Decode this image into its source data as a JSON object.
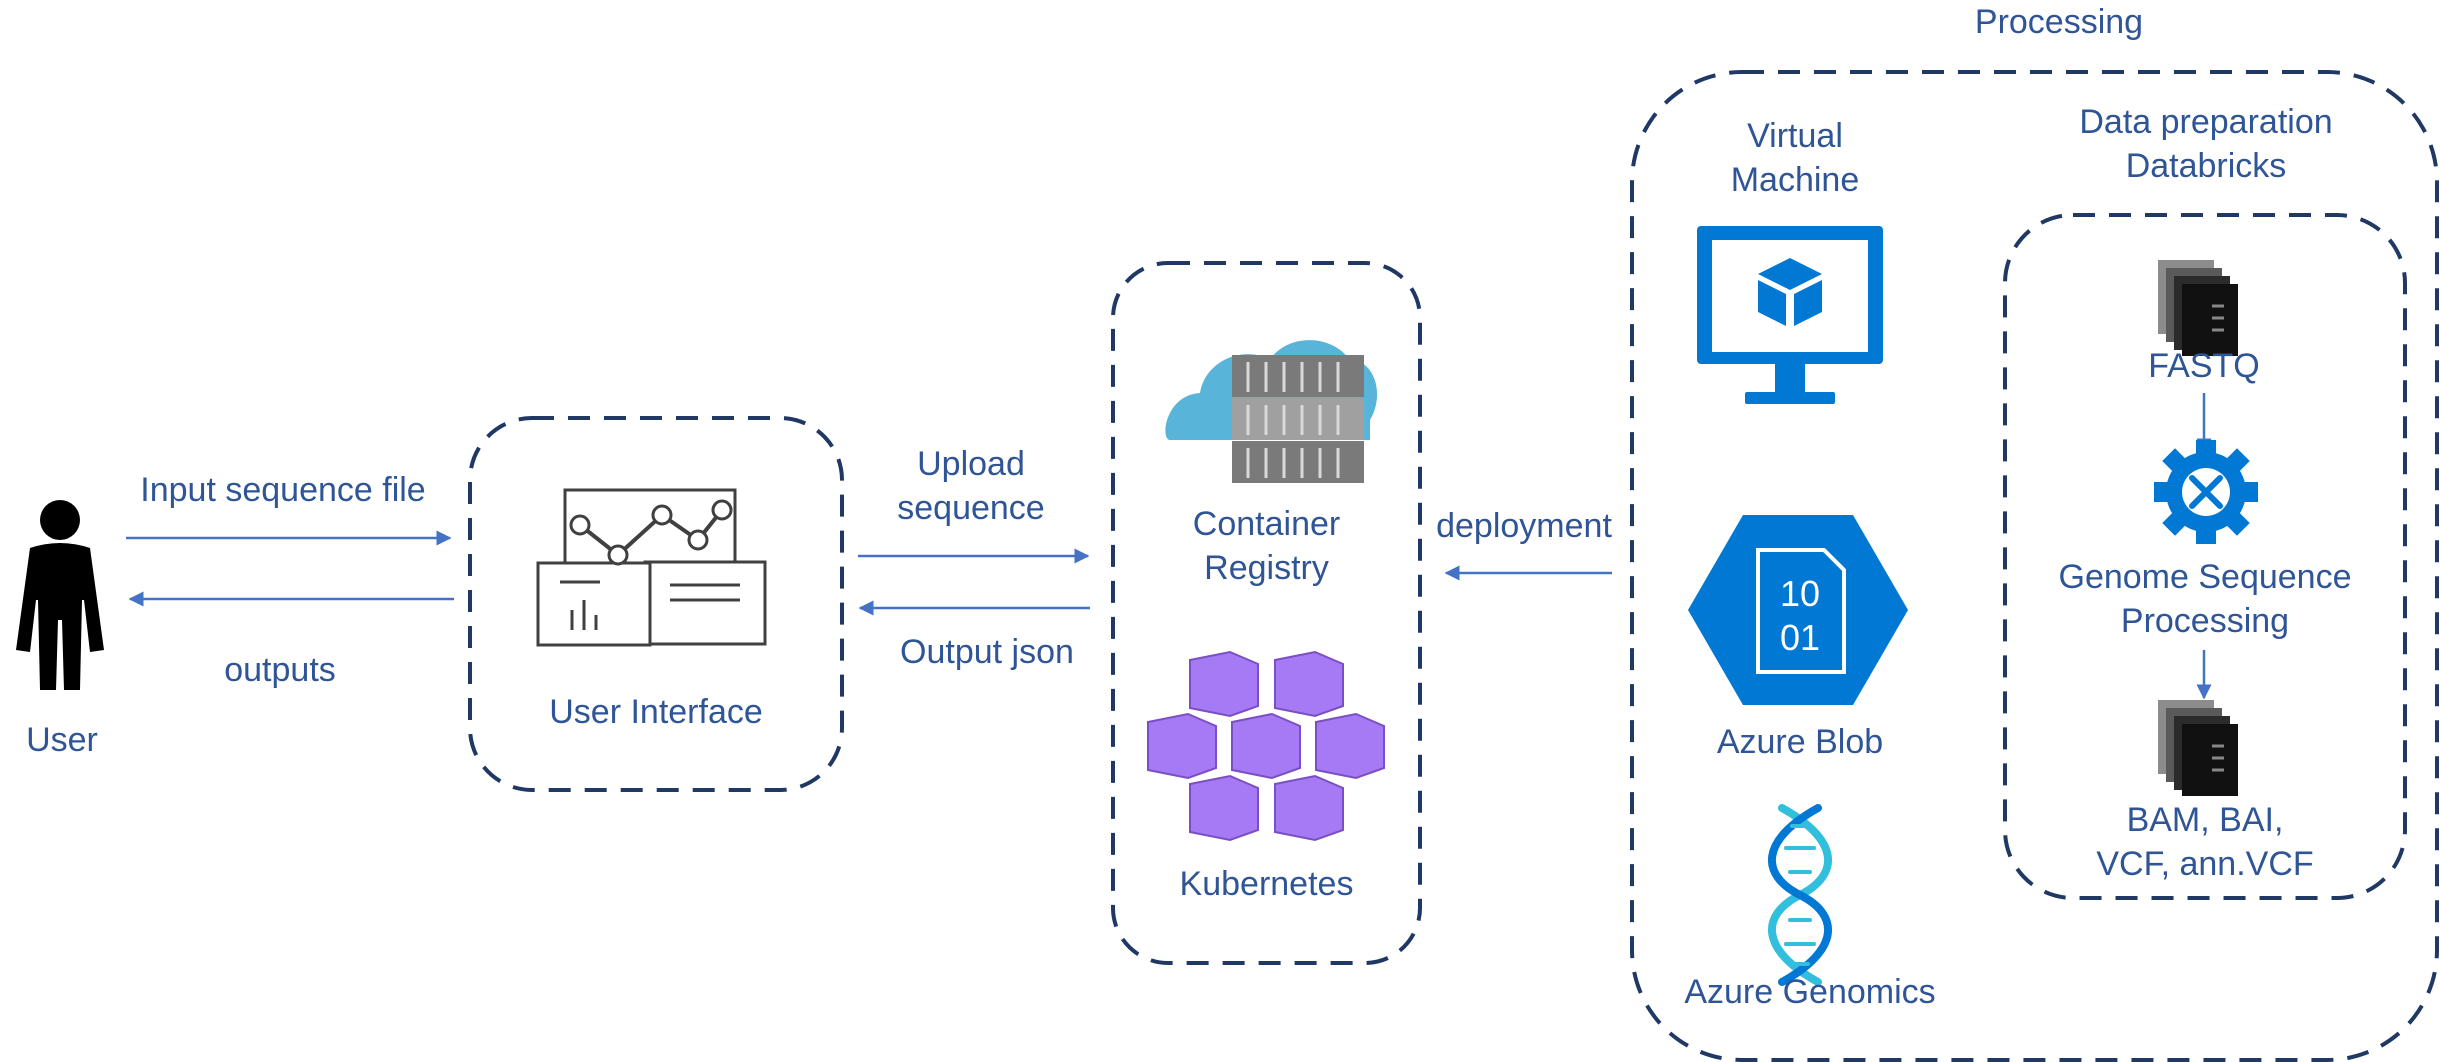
{
  "colors": {
    "text": "#2f5597",
    "arrow": "#4472c4",
    "dash": "#1f3864",
    "azure_blue": "#0078d4",
    "cloud": "#59b4d9",
    "kubernetes": "#a67af4",
    "dna_cyan": "#32bedd"
  },
  "labels": {
    "user": "User",
    "input_sequence": "Input sequence file",
    "outputs": "outputs",
    "user_interface": "User Interface",
    "upload_sequence": "Upload\nsequence",
    "output_json": "Output json",
    "container_registry": "Container\nRegistry",
    "kubernetes": "Kubernetes",
    "deployment": "deployment",
    "processing": "Processing",
    "virtual_machine": "Virtual\nMachine",
    "azure_blob": "Azure Blob",
    "azure_genomics": "Azure Genomics",
    "data_prep": "Data preparation\nDatabricks",
    "fastq": "FASTQ",
    "genome_processing": "Genome Sequence\nProcessing",
    "outputs_files": "BAM, BAI,\nVCF, ann.VCF",
    "blob_bits": "10\n01"
  },
  "icons": [
    "user-icon",
    "dashboard-icon",
    "container-registry-icon",
    "kubernetes-icon",
    "virtual-machine-icon",
    "blob-storage-icon",
    "dna-icon",
    "file-stack-icon",
    "gear-tools-icon"
  ]
}
